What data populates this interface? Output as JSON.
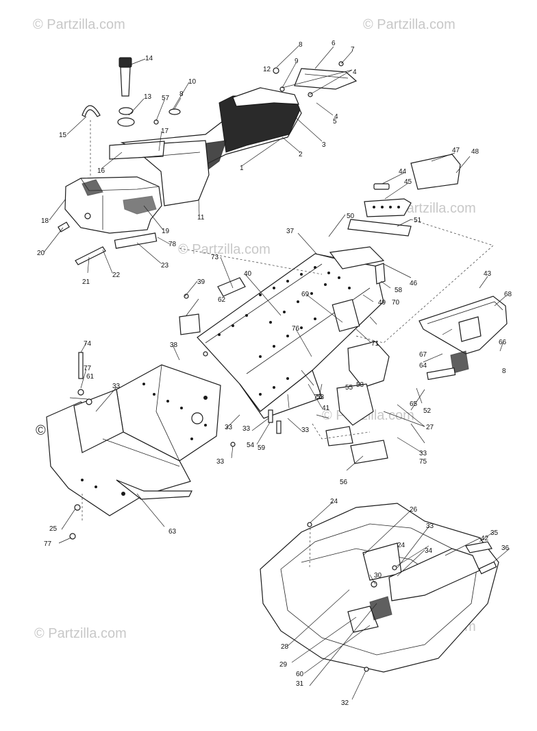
{
  "watermark": {
    "text": "© Partzilla.com"
  },
  "callouts": [
    "1",
    "2",
    "3",
    "4",
    "4",
    "5",
    "6",
    "7",
    "8",
    "8",
    "8",
    "9",
    "10",
    "11",
    "12",
    "13",
    "14",
    "15",
    "16",
    "17",
    "18",
    "19",
    "20",
    "21",
    "22",
    "23",
    "24",
    "24",
    "25",
    "26",
    "27",
    "28",
    "29",
    "30",
    "31",
    "32",
    "33",
    "33",
    "33",
    "33",
    "33",
    "33",
    "33",
    "34",
    "35",
    "36",
    "37",
    "38",
    "39",
    "40",
    "41",
    "42",
    "43",
    "44",
    "45",
    "46",
    "47",
    "48",
    "49",
    "50",
    "51",
    "52",
    "53",
    "53",
    "54",
    "55",
    "56",
    "57",
    "58",
    "59",
    "60",
    "61",
    "62",
    "63",
    "64",
    "65",
    "66",
    "67",
    "68",
    "69",
    "70",
    "71",
    "72",
    "73",
    "74",
    "75",
    "76",
    "77",
    "77",
    "78"
  ]
}
